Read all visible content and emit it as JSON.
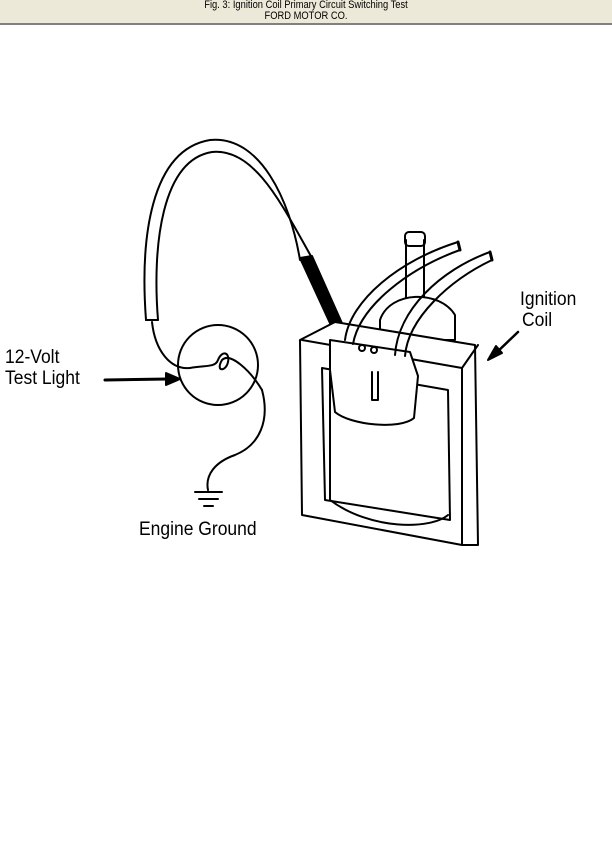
{
  "header": {
    "caption": "Fig. 3: Ignition Coil Primary Circuit Switching Test",
    "source": "FORD MOTOR CO."
  },
  "labels": {
    "test_light_line1": "12-Volt",
    "test_light_line2": "Test Light",
    "coil_line1": "Ignition",
    "coil_line2": "Coil",
    "ground": "Engine Ground"
  }
}
